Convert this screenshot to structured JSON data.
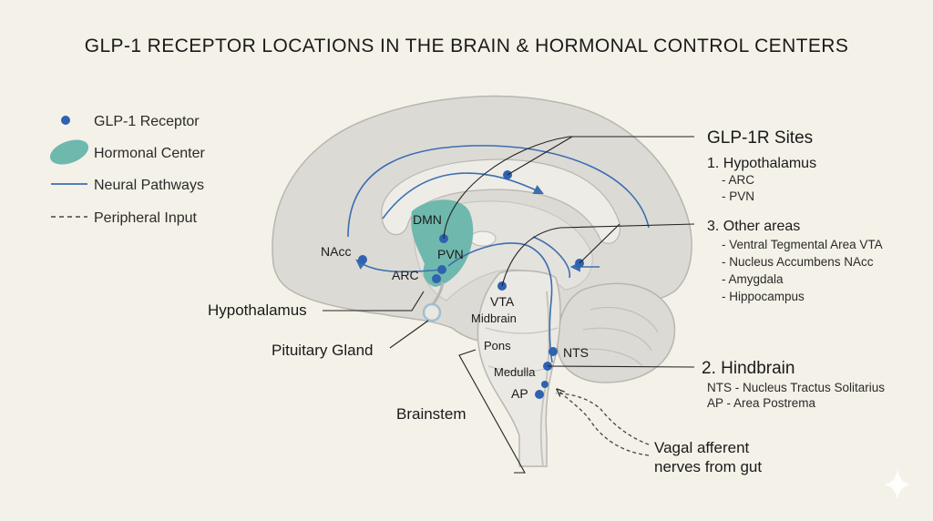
{
  "title": "GLP-1 RECEPTOR LOCATIONS IN THE BRAIN & HORMONAL CONTROL CENTERS",
  "legend": {
    "receptor": "GLP-1 Receptor",
    "hormonal_center": "Hormonal Center",
    "neural_pathways": "Neural Pathways",
    "peripheral_input": "Peripheral Input"
  },
  "brain_labels": {
    "dmn": "DMN",
    "pvn": "PVN",
    "arc": "ARC",
    "nacc": "NAcc",
    "vta": "VTA",
    "midbrain": "Midbrain",
    "pons": "Pons",
    "medulla": "Medulla",
    "nts": "NTS",
    "ap": "AP"
  },
  "callouts": {
    "hypothalamus": "Hypothalamus",
    "pituitary": "Pituitary Gland",
    "brainstem": "Brainstem",
    "vagal_line1": "Vagal afferent",
    "vagal_line2": "nerves from gut"
  },
  "sites": {
    "header": "GLP-1R Sites",
    "hypothalamus": {
      "title": "1. Hypothalamus",
      "items": [
        "- ARC",
        "- PVN"
      ]
    },
    "other": {
      "title": "3. Other areas",
      "items": [
        "- Ventral Tegmental Area VTA",
        "- Nucleus Accumbens NAcc",
        "- Amygdala",
        "- Hippocampus"
      ]
    },
    "hindbrain": {
      "title": "2. Hindbrain",
      "items": [
        "NTS - Nucleus Tractus Solitarius",
        "AP - Area Postrema"
      ]
    }
  },
  "colors": {
    "receptor": "#2f62b0",
    "hormonal": "#6fb8ad",
    "pathway": "#3b6eb0",
    "brain_fill": "#dcdad5",
    "brain_inner": "#e9e7e2",
    "background": "#f4f1e8"
  }
}
